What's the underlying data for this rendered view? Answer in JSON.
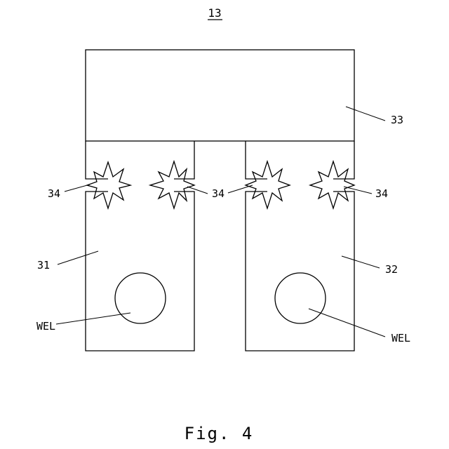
{
  "figure": {
    "reference": "13",
    "caption": "Fig. 4"
  },
  "labels": {
    "upper_block": "33",
    "left_block": "31",
    "right_block": "32",
    "breakpoint_1": "34",
    "breakpoint_2": "34",
    "breakpoint_3": "34",
    "breakpoint_4": "34",
    "weld_left": "WEL",
    "weld_right": "WEL"
  }
}
